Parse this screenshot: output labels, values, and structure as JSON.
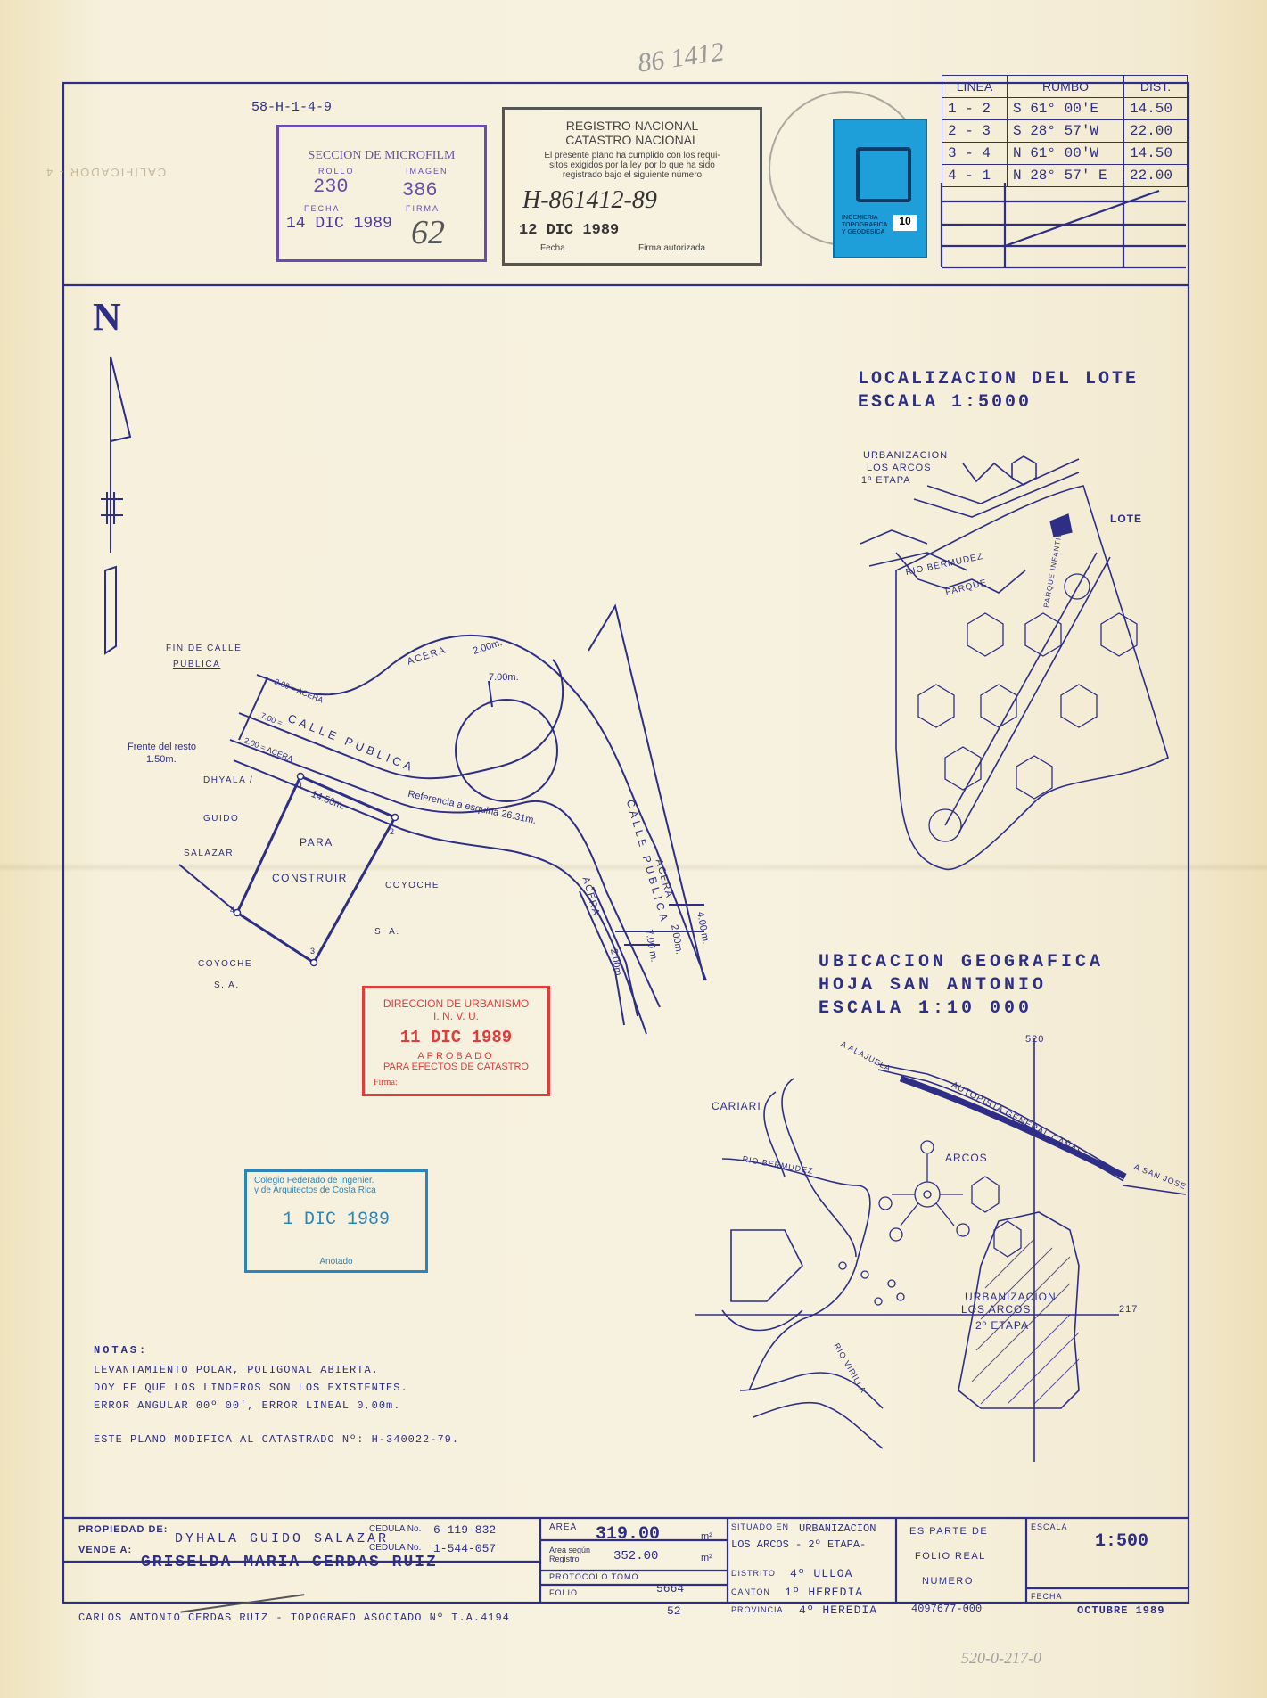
{
  "top_code": "58-H-1-4-9",
  "pencil_number": "86 1412",
  "rumbo_table": {
    "headers": [
      "LINEA",
      "RUMBO",
      "DIST."
    ],
    "rows": [
      {
        "linea": "1 - 2",
        "rumbo": "S 61° 00'E",
        "dist": "14.50"
      },
      {
        "linea": "2 - 3",
        "rumbo": "S 28° 57'W",
        "dist": "22.00"
      },
      {
        "linea": "3 - 4",
        "rumbo": "N 61° 00'W",
        "dist": "14.50"
      },
      {
        "linea": "4 - 1",
        "rumbo": "N 28° 57' E",
        "dist": "22.00"
      }
    ]
  },
  "stamp_microfilm": {
    "title": "SECCION DE MICROFILM",
    "rollo_label": "ROLLO",
    "rollo_value": "230",
    "imagen_label": "IMAGEN",
    "imagen_value": "386",
    "fecha_label": "FECHA",
    "fecha_value": "14 DIC 1989",
    "firma_label": "FIRMA",
    "firma_value": "62"
  },
  "stamp_registro": {
    "title1": "REGISTRO NACIONAL",
    "title2": "CATASTRO NACIONAL",
    "line1": "El presente plano ha cumplido con los requi-",
    "line2": "sitos exigidos por la ley por lo que ha sido",
    "line3": "registrado bajo el siguiente número",
    "number": "H-861412-89",
    "date": "12 DIC 1989",
    "fecha_label": "Fecha",
    "firma_label": "Firma autorizada"
  },
  "side_stamp": "CALIFICADOR - 4",
  "timbre": {
    "line1": "INGENIERIA",
    "line2": "TOPOGRAFICA",
    "line3": "Y GEODESICA",
    "value": "10"
  },
  "north_label": "N",
  "location": {
    "title": "LOCALIZACION DEL LOTE",
    "scale": "ESCALA 1:5000",
    "urb1": "URBANIZACION",
    "urb2": "LOS ARCOS",
    "urb3": "1º ETAPA",
    "lote": "LOTE",
    "rio": "RIO BERMUDEZ",
    "parque": "PARQUE",
    "parque_infantil": "PARQUE INFANTIL"
  },
  "ubicacion": {
    "title": "UBICACION GEOGRAFICA",
    "hoja": "HOJA SAN ANTONIO",
    "scale": "ESCALA 1:10 000",
    "alajuela": "A ALAJUELA",
    "autopista": "AUTOPISTA GENERAL CAÑAS",
    "san_jose": "A SAN JOSE",
    "cariari": "CARIARI",
    "arcos": "ARCOS",
    "rio_bermudez": "RIO BERMUDEZ",
    "rio_virilla": "RIO VIRILLA",
    "urb1": "URBANIZACION",
    "urb2": "LOS ARCOS",
    "urb3": "2º ETAPA",
    "grid_n": "520",
    "grid_e": "217"
  },
  "plot": {
    "fin_calle": "FIN DE CALLE",
    "publica": "PUBLICA",
    "frente": "Frente del resto",
    "frente_val": "1.50m.",
    "dhyala": "DHYALA /",
    "guido": "GUIDO",
    "salazar": "SALAZAR",
    "para": "PARA",
    "construir": "CONSTRUIR",
    "coyoche": "COYOCHE",
    "sa": "S. A.",
    "coyoche2": "COYOCHE",
    "sa2": "S. A.",
    "calle_publica": "CALLE  PUBLICA",
    "calle_publica_v": "CALLE PUBLICA",
    "acera": "ACERA",
    "acera_200": "2.00m.",
    "dim_700": "7.00m.",
    "dim_200a": "2.00 = ACERA",
    "dim_700a": "7.00 =",
    "dim_200b": "2.00 = ACERA",
    "dim_1450": "14.50m.",
    "referencia": "Referencia a esquina 26.31m.",
    "acera_v1": "ACERA",
    "acera_v2": "ACERA",
    "v200": "2.00m.",
    "v700": "7.00 m.",
    "v200b": "2.00m.",
    "v400": "4.00 m.",
    "p1": "1",
    "p2": "2",
    "p3": "3",
    "p4": "4"
  },
  "stamp_urbanismo": {
    "line1": "DIRECCION DE URBANISMO",
    "line2": "I. N. V. U.",
    "date": "11 DIC 1989",
    "aprobado": "APROBADO",
    "efectos": "PARA EFECTOS DE CATASTRO",
    "firma": "Firma:"
  },
  "stamp_colegio": {
    "line1": "Colegio Federado de Ingenier.",
    "line2": "y de Arquitectos de Costa Rica",
    "date": "1 DIC 1989",
    "anotado": "Anotado"
  },
  "notas": {
    "title": "NOTAS:",
    "l1": "LEVANTAMIENTO POLAR, POLIGONAL ABIERTA.",
    "l2": "DOY FE QUE LOS LINDEROS SON LOS EXISTENTES.",
    "l3": "ERROR ANGULAR 00º 00', ERROR LINEAL 0,00m.",
    "l4": "ESTE PLANO MODIFICA AL CATASTRADO Nº: H-340022-79."
  },
  "footer": {
    "propiedad_label": "PROPIEDAD DE:",
    "propiedad": "DYHALA GUIDO SALAZAR",
    "cedula1_label": "CEDULA No.",
    "cedula1": "6-119-832",
    "vende_label": "VENDE A:",
    "vende": "GRISELDA MARIA CERDAS RUIZ",
    "cedula2_label": "CEDULA No.",
    "cedula2": "1-544-057",
    "topografo": "CARLOS ANTONIO CERDAS RUIZ - TOPOGRAFO ASOCIADO Nº T.A.4194",
    "area_label": "AREA",
    "area": "319.00",
    "m2": "m²",
    "area_reg_label1": "Area según",
    "area_reg_label2": "Registro",
    "area_reg": "352.00",
    "protocolo_label": "PROTOCOLO TOMO",
    "protocolo": "5664",
    "folio_label": "FOLIO",
    "folio": "52",
    "situado_label": "SITUADO EN",
    "situado1": "URBANIZACION",
    "situado2": "LOS ARCOS - 2º ETAPA-",
    "distrito_label": "DISTRITO",
    "distrito": "4º ULLOA",
    "canton_label": "CANTON",
    "canton": "1º HEREDIA",
    "provincia_label": "PROVINCIA",
    "provincia": "4º HEREDIA",
    "parte1": "ES PARTE DE",
    "parte2": "FOLIO REAL",
    "parte3": "NUMERO",
    "folio_real": "4097677-000",
    "escala_label": "ESCALA",
    "escala": "1:500",
    "fecha_label": "FECHA",
    "fecha": "OCTUBRE 1989"
  },
  "bottom_handwritten": "520-0-217-0"
}
